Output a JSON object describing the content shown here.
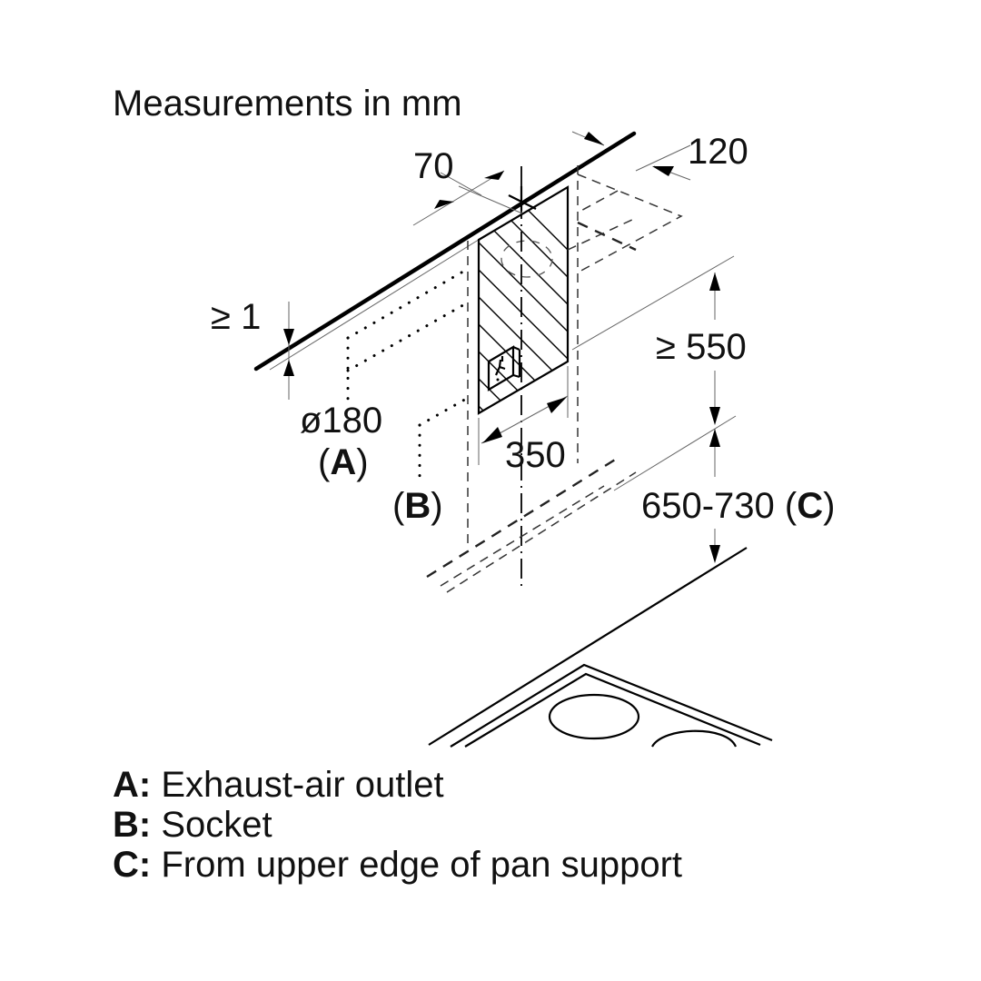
{
  "title": "Measurements in mm",
  "dimensions": {
    "ceiling_gap": "≥ 1",
    "outlet_offset": "70",
    "depth": "120",
    "outlet_diameter": "ø180",
    "outlet_ref_open": "(",
    "outlet_ref_key": "A",
    "outlet_ref_close": ")",
    "width": "350",
    "socket_ref_open": "(",
    "socket_ref_key": "B",
    "socket_ref_close": ")",
    "min_height": "≥ 550",
    "install_height": "650-730 (",
    "install_height_key": "C",
    "install_height_close": ")"
  },
  "legend": [
    {
      "key": "A:",
      "text": "Exhaust-air outlet"
    },
    {
      "key": "B:",
      "text": "Socket"
    },
    {
      "key": "C:",
      "text": "From upper edge of pan support"
    }
  ],
  "colors": {
    "line": "#000000",
    "background": "#ffffff"
  }
}
